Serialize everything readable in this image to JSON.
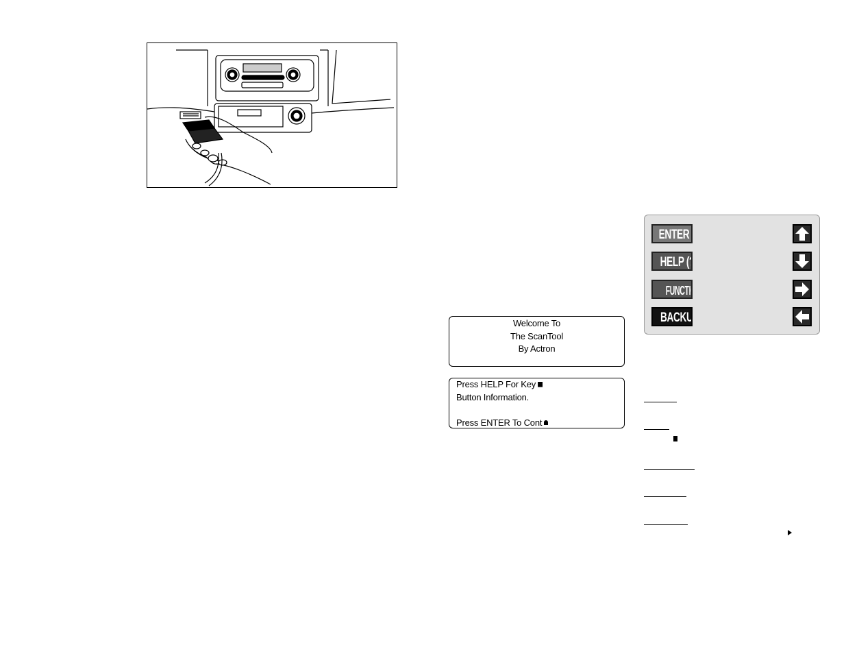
{
  "welcome_screen": {
    "lines": [
      "Welcome To",
      "The ScanTool",
      "By Actron"
    ]
  },
  "help_screen": {
    "line1": "Press HELP For Key",
    "line2": "Button Information.",
    "line3": "",
    "line4": "Press ENTER To Cont"
  },
  "keypad": {
    "enter_label": "ENTER",
    "help_label": "HELP (?)",
    "function_label": "FUNCTION",
    "backup_label": "BACKUP",
    "panel_color": "#e2e2e2"
  },
  "icons": {
    "up": "arrow-up-icon",
    "down": "arrow-down-icon",
    "right": "arrow-right-icon",
    "left": "arrow-left-icon"
  }
}
